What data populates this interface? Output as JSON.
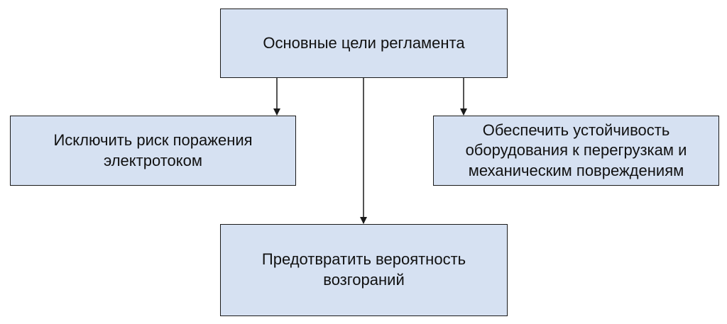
{
  "diagram": {
    "root": {
      "label": "Основные цели регламента"
    },
    "goals": [
      {
        "lines": [
          "Исключить риск поражения",
          "электротоком"
        ]
      },
      {
        "lines": [
          "Обеспечить устойчивость",
          "оборудования к перегрузкам и",
          "механическим повреждениям"
        ]
      },
      {
        "lines": [
          "Предотвратить вероятность",
          "возгораний"
        ]
      }
    ],
    "colors": {
      "box_fill": "#d6e1f2",
      "box_border": "#1a1a1a",
      "arrow": "#1a1a1a",
      "text": "#111111"
    }
  }
}
